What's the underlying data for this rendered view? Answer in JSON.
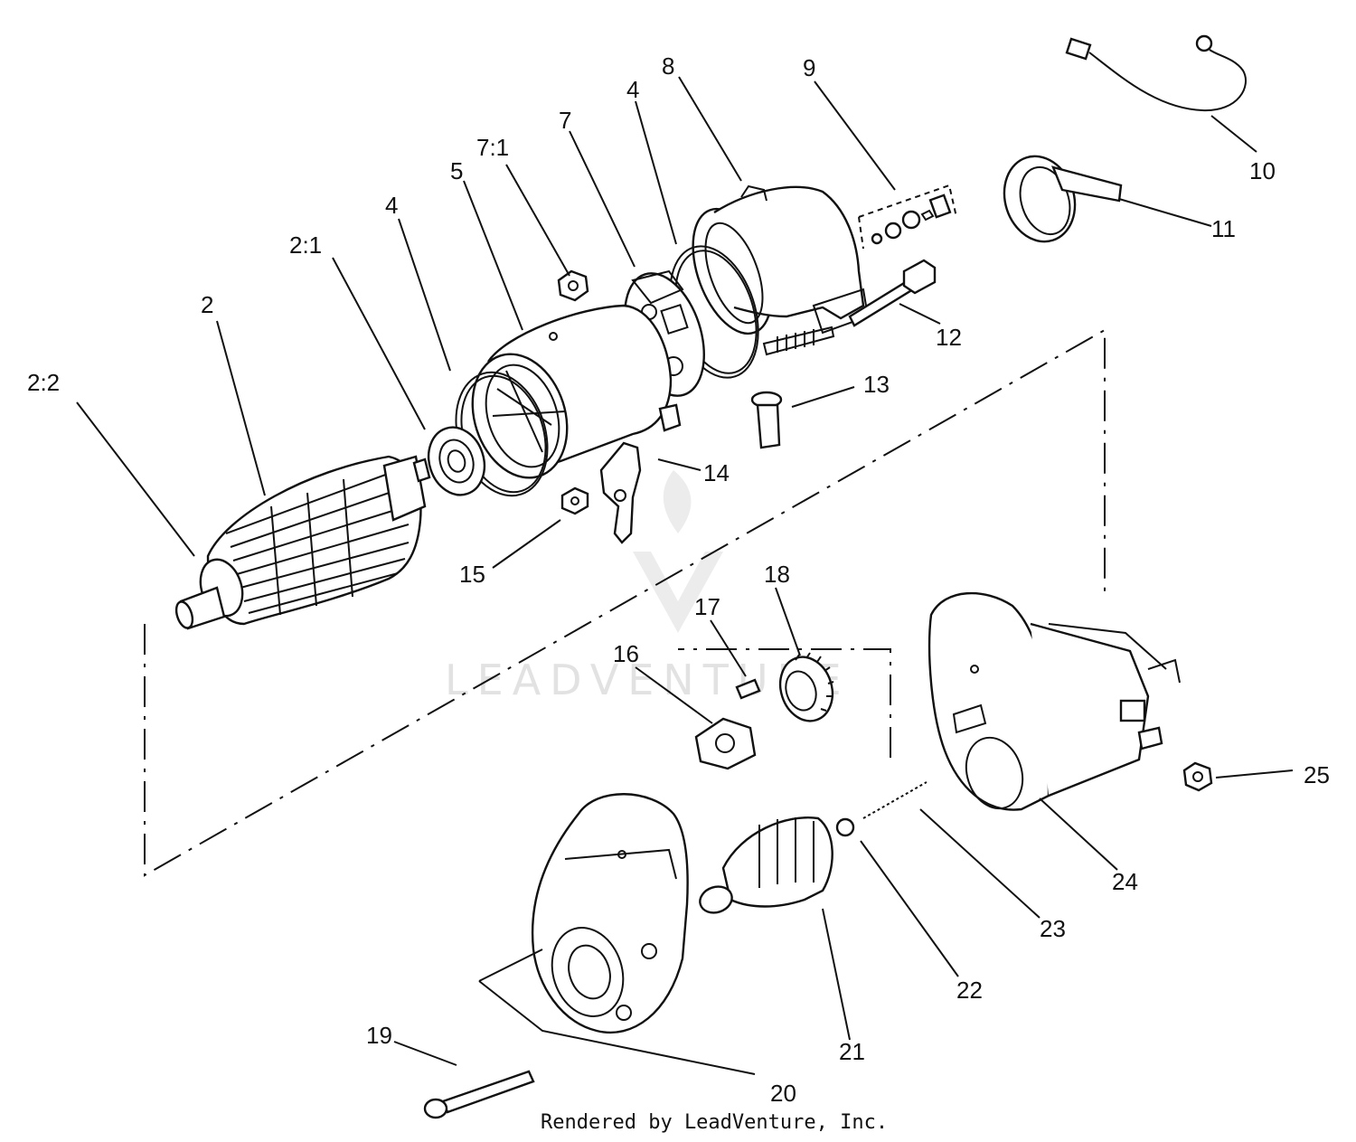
{
  "footer": {
    "credit": "Rendered by LeadVenture, Inc."
  },
  "watermark": {
    "text": "LEADVENTURE"
  },
  "labels": {
    "p2_2": "2:2",
    "p2": "2",
    "p2_1": "2:1",
    "p4a": "4",
    "p5": "5",
    "p7_1": "7:1",
    "p7": "7",
    "p4b": "4",
    "p8": "8",
    "p9": "9",
    "p10": "10",
    "p11": "11",
    "p12": "12",
    "p13": "13",
    "p14": "14",
    "p15": "15",
    "p16": "16",
    "p17": "17",
    "p18": "18",
    "p19": "19",
    "p20": "20",
    "p21": "21",
    "p22": "22",
    "p23": "23",
    "p24": "24",
    "p25": "25"
  }
}
